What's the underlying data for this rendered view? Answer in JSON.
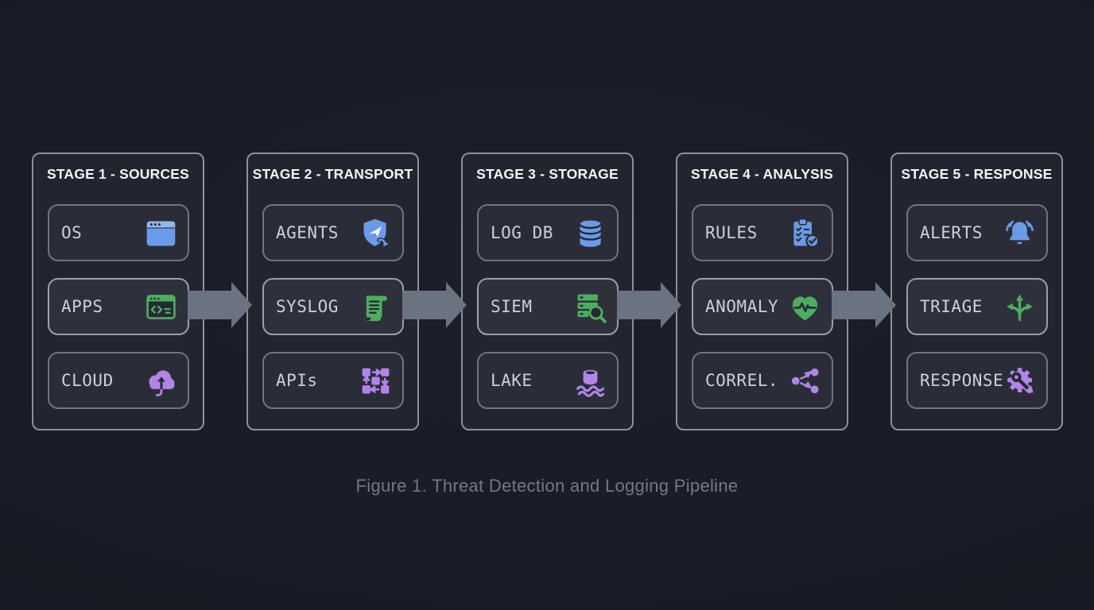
{
  "figure": {
    "caption": "Figure 1. Threat Detection and Logging Pipeline"
  },
  "colors": {
    "background": "#1a1d27",
    "panel_bg": "#22252f",
    "panel_border": "#8a909c",
    "box_bg": "#2a2d38",
    "box_bg_mid": "#2e313c",
    "box_border": "#6e7480",
    "box_border_mid": "#9aa0ab",
    "title": "#f3f5f8",
    "label": "#ccd0d8",
    "arrow": "#6b7280",
    "caption": "#717888",
    "blue": "#6b9ae8",
    "green": "#4dae60",
    "purple": "#b185e8",
    "icon_dark": "#262a34",
    "icon_light": "#eaf1fd"
  },
  "stages": [
    {
      "title": "STAGE 1 - SOURCES",
      "items": [
        {
          "label": "OS",
          "icon": "browser-window-icon",
          "color": "blue"
        },
        {
          "label": "APPS",
          "icon": "code-window-icon",
          "color": "green"
        },
        {
          "label": "CLOUD",
          "icon": "cloud-upload-icon",
          "color": "purple"
        }
      ]
    },
    {
      "title": "STAGE 2 - TRANSPORT",
      "items": [
        {
          "label": "AGENTS",
          "icon": "shield-send-icon",
          "color": "blue"
        },
        {
          "label": "SYSLOG",
          "icon": "scroll-icon",
          "color": "green"
        },
        {
          "label": "APIs",
          "icon": "network-squares-icon",
          "color": "purple"
        }
      ]
    },
    {
      "title": "STAGE 3 - STORAGE",
      "items": [
        {
          "label": "LOG DB",
          "icon": "database-icon",
          "color": "blue"
        },
        {
          "label": "SIEM",
          "icon": "server-search-icon",
          "color": "green"
        },
        {
          "label": "LAKE",
          "icon": "data-lake-icon",
          "color": "purple"
        }
      ]
    },
    {
      "title": "STAGE 4 - ANALYSIS",
      "items": [
        {
          "label": "RULES",
          "icon": "clipboard-check-icon",
          "color": "blue"
        },
        {
          "label": "ANOMALY",
          "icon": "heart-pulse-icon",
          "color": "green"
        },
        {
          "label": "CORREL.",
          "icon": "share-nodes-icon",
          "color": "purple"
        }
      ]
    },
    {
      "title": "STAGE 5 - RESPONSE",
      "items": [
        {
          "label": "ALERTS",
          "icon": "bell-ring-icon",
          "color": "blue"
        },
        {
          "label": "TRIAGE",
          "icon": "branch-arrows-icon",
          "color": "green"
        },
        {
          "label": "RESPONSE",
          "icon": "gear-wrench-icon",
          "color": "purple"
        }
      ]
    }
  ],
  "arrows": [
    {
      "from": "STAGE 1 - SOURCES",
      "to": "STAGE 2 - TRANSPORT"
    },
    {
      "from": "STAGE 2 - TRANSPORT",
      "to": "STAGE 3 - STORAGE"
    },
    {
      "from": "STAGE 3 - STORAGE",
      "to": "STAGE 4 - ANALYSIS"
    },
    {
      "from": "STAGE 4 - ANALYSIS",
      "to": "STAGE 5 - RESPONSE"
    }
  ]
}
